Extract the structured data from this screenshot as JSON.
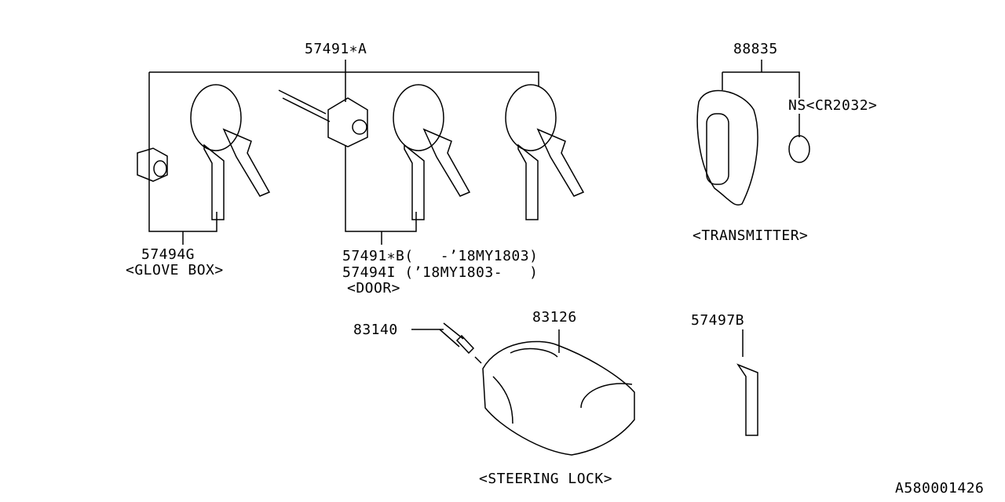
{
  "labels": {
    "p57491A": "57491∗A",
    "p57494G": "57494G",
    "glove_box": "<GLOVE BOX>",
    "p57491B": "57491∗B(   -’18MY1803)",
    "p57494I": "57494I (’18MY1803-   )",
    "door": "<DOOR>",
    "p88835": "88835",
    "ns_cr2032": "NS<CR2032>",
    "transmitter": "<TRANSMITTER>",
    "p83140": "83140",
    "p83126": "83126",
    "steering_lock": "<STEERING LOCK>",
    "p57497B": "57497B",
    "diagram_id": "A580001426"
  }
}
